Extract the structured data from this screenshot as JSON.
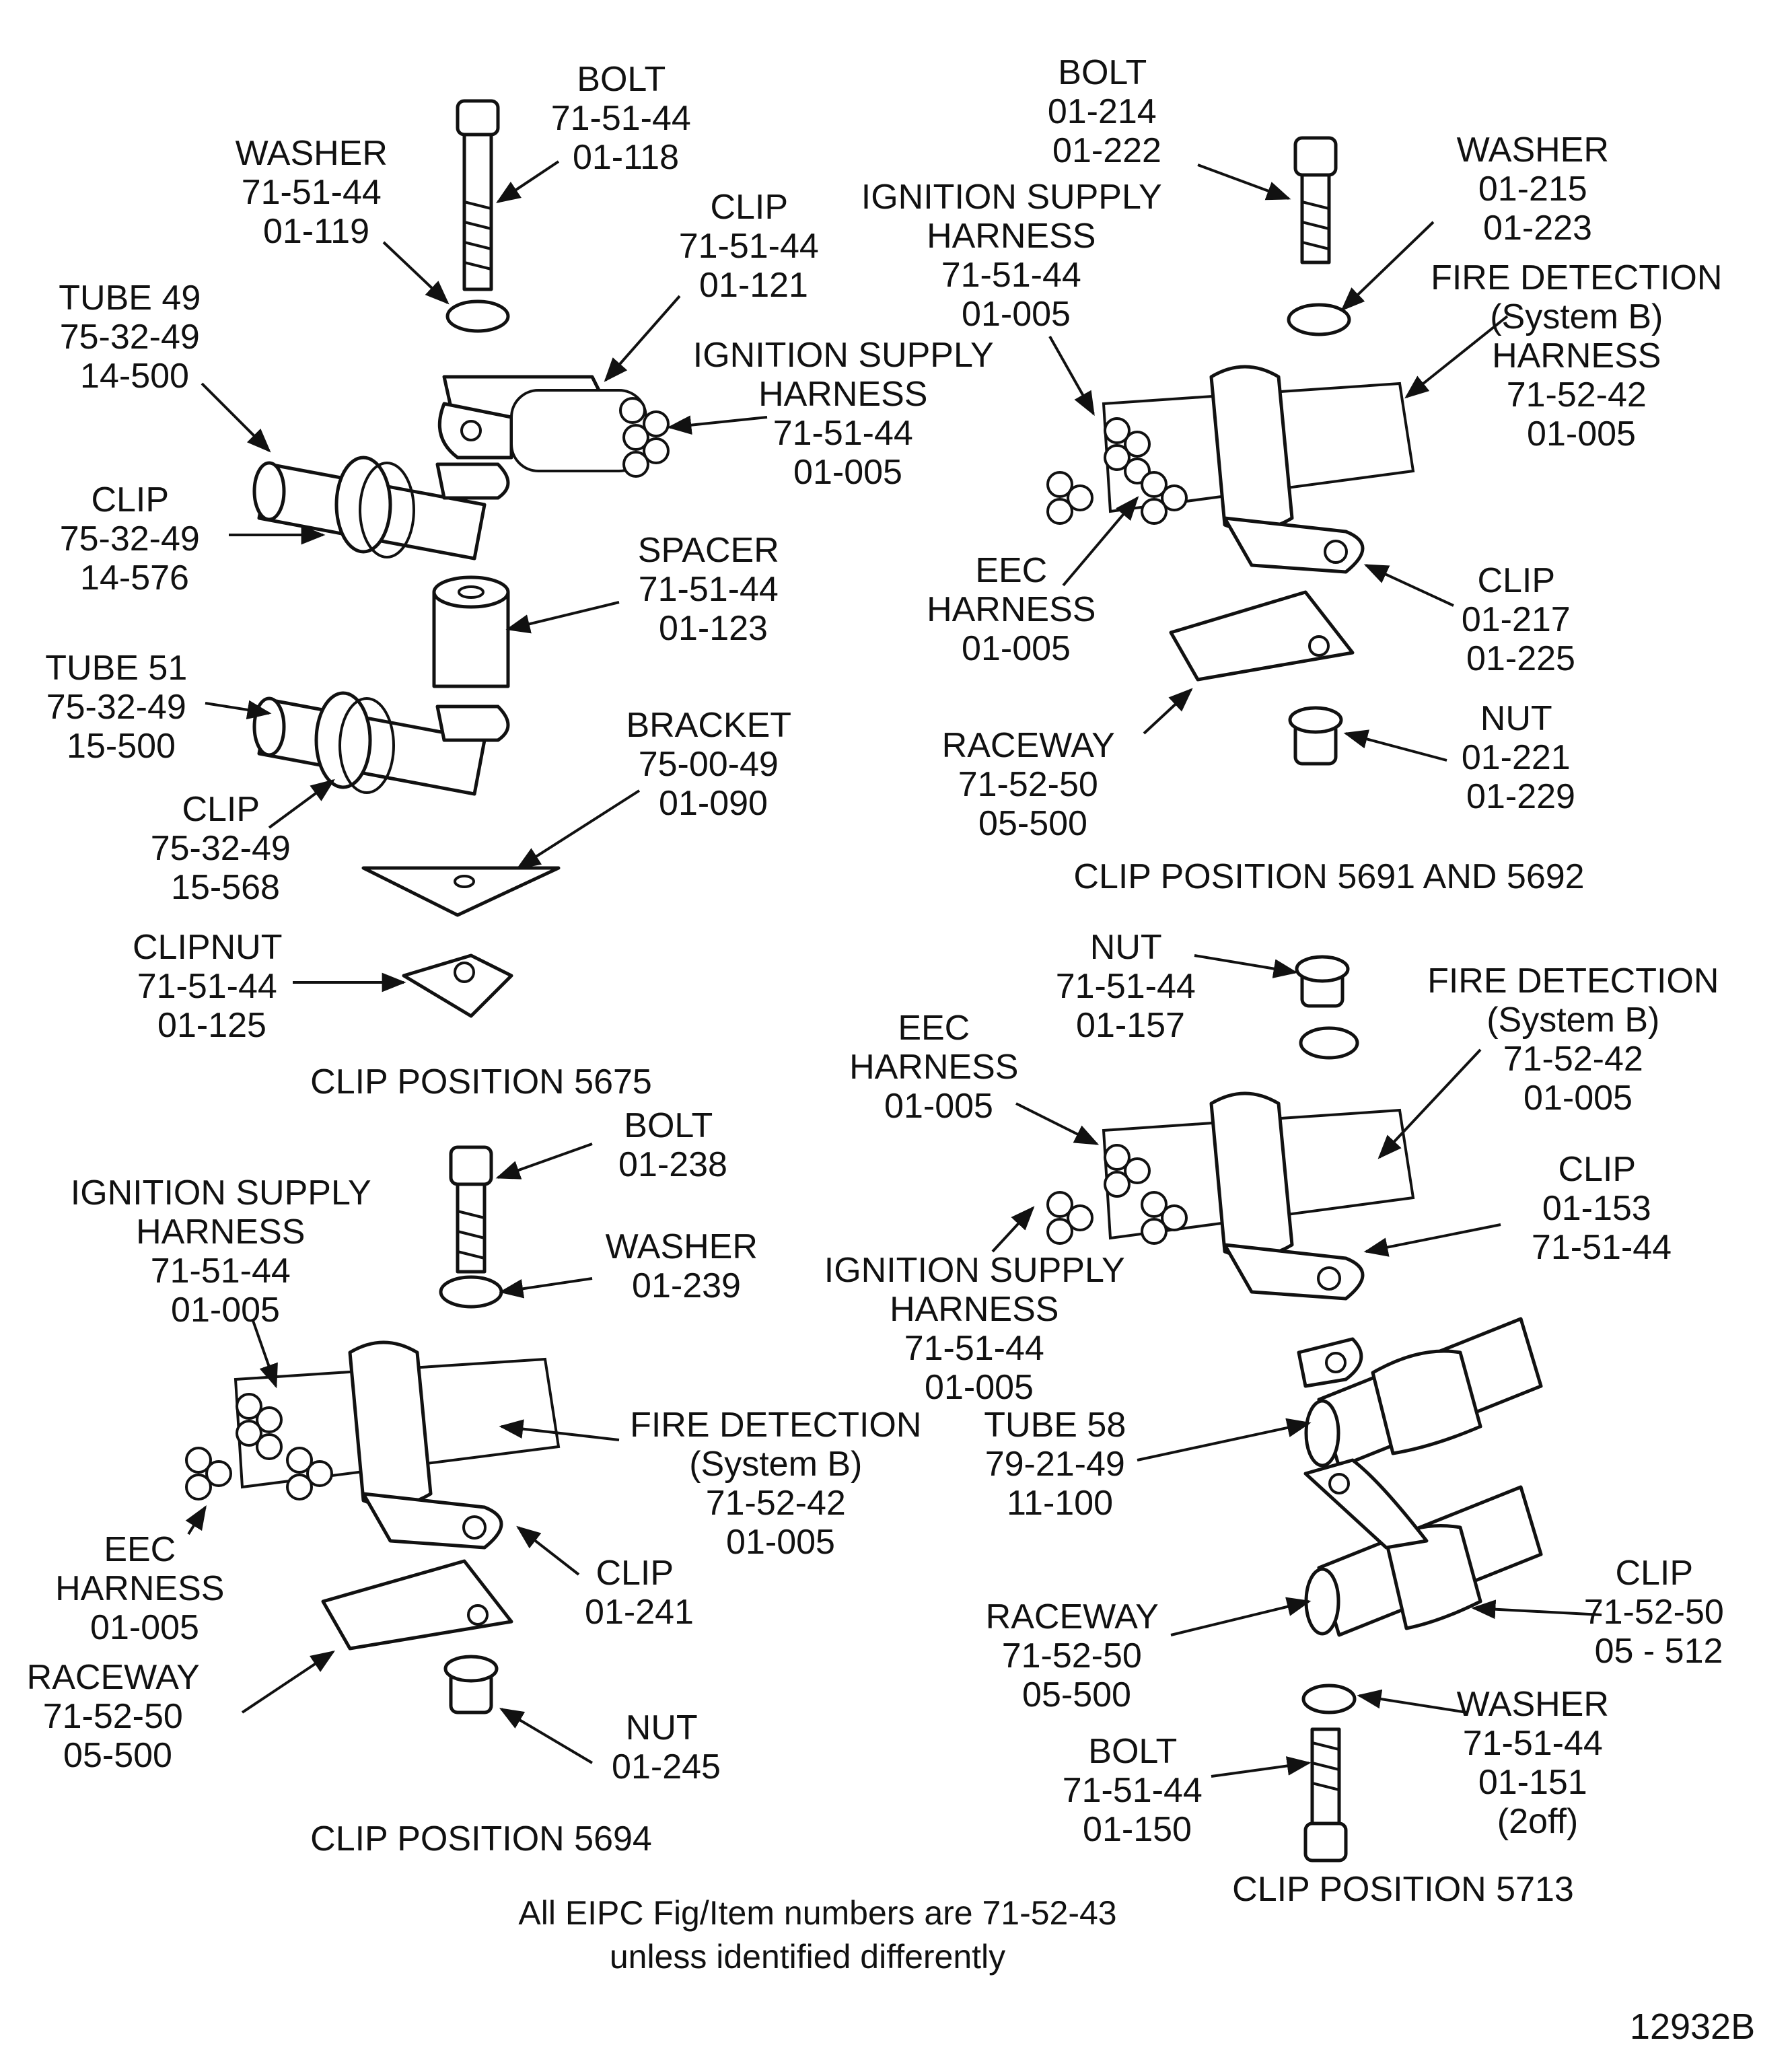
{
  "position_5675": {
    "caption": "CLIP POSITION 5675",
    "bolt": [
      "BOLT",
      "71-51-44",
      "01-118"
    ],
    "washer": [
      "WASHER",
      "71-51-44",
      "01-119"
    ],
    "clip_top": [
      "CLIP",
      "71-51-44",
      "01-121"
    ],
    "tube49": [
      "TUBE 49",
      "75-32-49",
      "14-500"
    ],
    "ignition": [
      "IGNITION SUPPLY",
      "HARNESS",
      "71-51-44",
      "01-005"
    ],
    "clip_a": [
      "CLIP",
      "75-32-49",
      "14-576"
    ],
    "spacer": [
      "SPACER",
      "71-51-44",
      "01-123"
    ],
    "tube51": [
      "TUBE 51",
      "75-32-49",
      "15-500"
    ],
    "bracket": [
      "BRACKET",
      "75-00-49",
      "01-090"
    ],
    "clip_b": [
      "CLIP",
      "75-32-49",
      "15-568"
    ],
    "clipnut": [
      "CLIPNUT",
      "71-51-44",
      "01-125"
    ]
  },
  "position_5691": {
    "caption": "CLIP POSITION 5691 AND 5692",
    "bolt": [
      "BOLT",
      "01-214",
      "01-222"
    ],
    "ignition": [
      "IGNITION SUPPLY",
      "HARNESS",
      "71-51-44",
      "01-005"
    ],
    "washer": [
      "WASHER",
      "01-215",
      "01-223"
    ],
    "fire": [
      "FIRE DETECTION",
      "(System B)",
      "HARNESS",
      "71-52-42",
      "01-005"
    ],
    "eec": [
      "EEC",
      "HARNESS",
      "01-005"
    ],
    "clip": [
      "CLIP",
      "01-217",
      "01-225"
    ],
    "raceway": [
      "RACEWAY",
      "71-52-50",
      "05-500"
    ],
    "nut": [
      "NUT",
      "01-221",
      "01-229"
    ]
  },
  "position_5713": {
    "caption": "CLIP POSITION 5713",
    "nut": [
      "NUT",
      "71-51-44",
      "01-157"
    ],
    "fire": [
      "FIRE DETECTION",
      "(System B)",
      "71-52-42",
      "01-005"
    ],
    "eec": [
      "EEC",
      "HARNESS",
      "01-005"
    ],
    "clip_top": [
      "CLIP",
      "01-153",
      "71-51-44"
    ],
    "ignition": [
      "IGNITION SUPPLY",
      "HARNESS",
      "71-51-44",
      "01-005"
    ],
    "tube58": [
      "TUBE 58",
      "79-21-49",
      "11-100"
    ],
    "raceway": [
      "RACEWAY",
      "71-52-50",
      "05-500"
    ],
    "clip_bottom": [
      "CLIP",
      "71-52-50",
      "05 - 512"
    ],
    "washer": [
      "WASHER",
      "71-51-44",
      "01-151",
      "(2off)"
    ],
    "bolt": [
      "BOLT",
      "71-51-44",
      "01-150"
    ]
  },
  "position_5694": {
    "caption": "CLIP POSITION 5694",
    "bolt": [
      "BOLT",
      "01-238"
    ],
    "ignition": [
      "IGNITION SUPPLY",
      "HARNESS",
      "71-51-44",
      "01-005"
    ],
    "washer": [
      "WASHER",
      "01-239"
    ],
    "fire": [
      "FIRE DETECTION",
      "(System B)",
      "71-52-42",
      "01-005"
    ],
    "eec": [
      "EEC",
      "HARNESS",
      "01-005"
    ],
    "clip": [
      "CLIP",
      "01-241"
    ],
    "raceway": [
      "RACEWAY",
      "71-52-50",
      "05-500"
    ],
    "nut": [
      "NUT",
      "01-245"
    ]
  },
  "footer": {
    "note_line1": "All EIPC Fig/Item numbers are 71-52-43",
    "note_line2": "unless identified differently",
    "figure_ref": "12932B"
  }
}
